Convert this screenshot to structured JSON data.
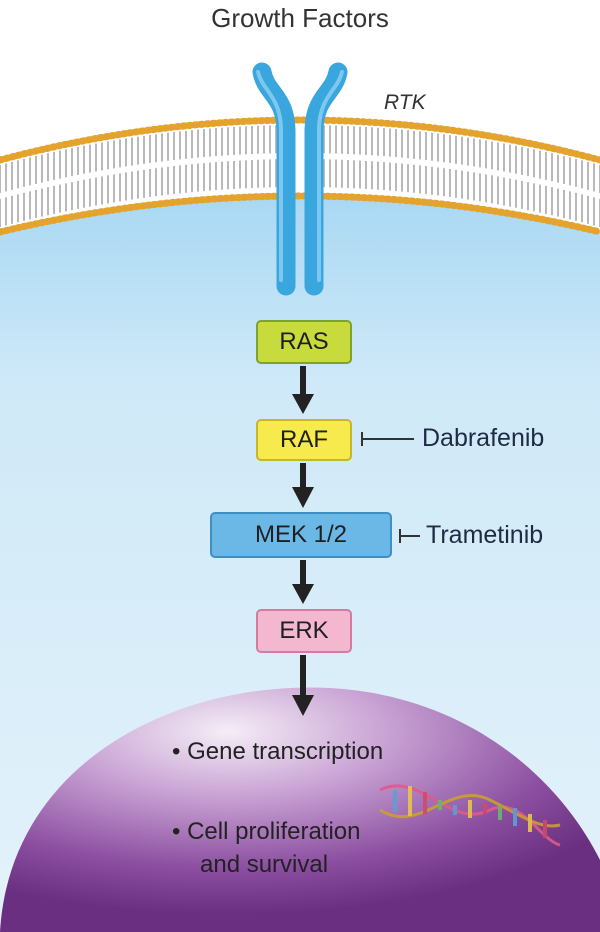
{
  "title": "Growth Factors",
  "receptor_label": "RTK",
  "pathway": {
    "ras": "RAS",
    "raf": "RAF",
    "mek": "MEK 1/2",
    "erk": "ERK"
  },
  "inhibitors": {
    "dabrafenib": "Dabrafenib",
    "trametinib": "Trametinib"
  },
  "nucleus_effects": {
    "effect1": "Gene transcription",
    "effect2_line1": "Cell proliferation",
    "effect2_line2": "and survival"
  },
  "colors": {
    "ras_fill": "#c7dc3c",
    "ras_border": "#7fa32a",
    "raf_fill": "#f6ea4c",
    "raf_border": "#c9b628",
    "mek_fill": "#6bb8e6",
    "mek_border": "#3f8fc4",
    "erk_fill": "#f4b7d0",
    "erk_border": "#d47ba0",
    "receptor": "#3aa6de",
    "arrow": "#222222",
    "cytoplasm": "#cfe9f8",
    "membrane_head": "#e3a32c",
    "nucleus": "#7a3d8f"
  }
}
